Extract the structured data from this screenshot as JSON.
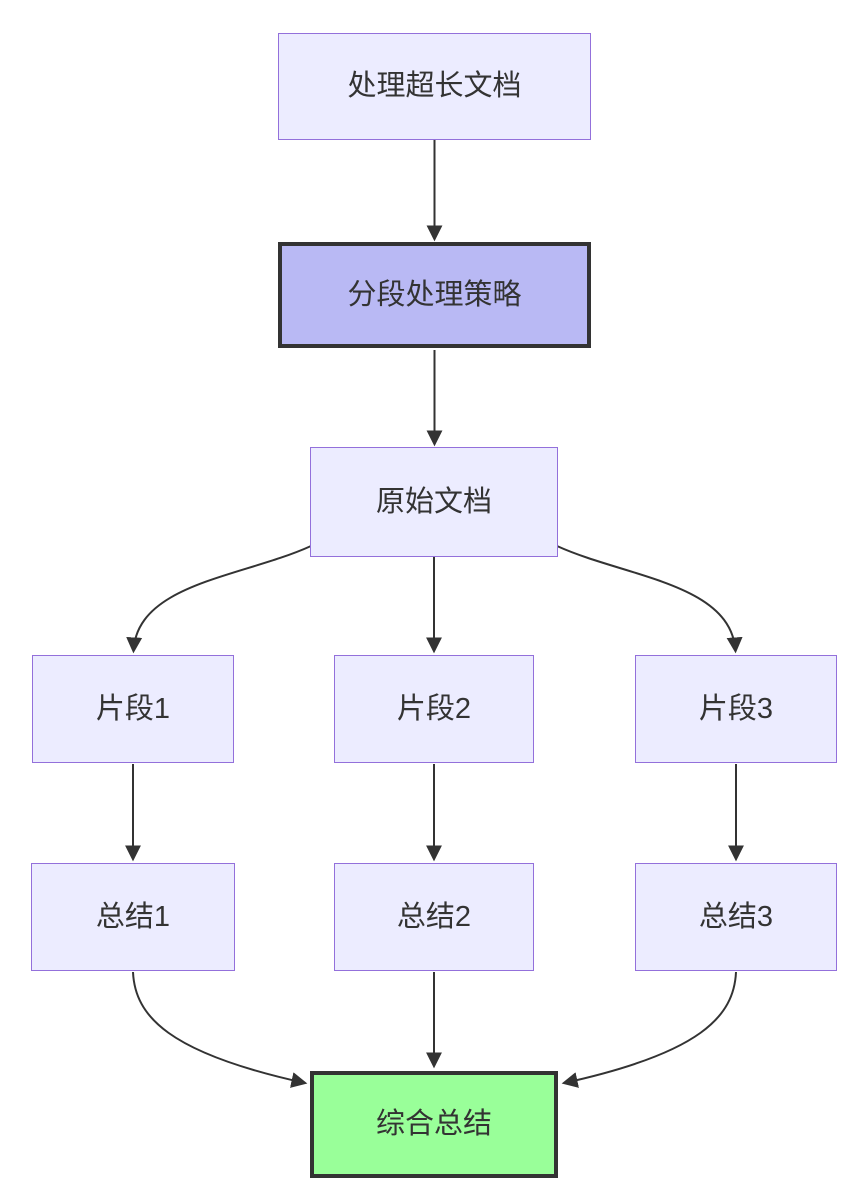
{
  "diagram": {
    "type": "flowchart",
    "direction": "top-down",
    "colors": {
      "node_fill": "#ECECFF",
      "node_border": "#9370DB",
      "highlight_fill": "#b9b9f4",
      "highlight_border": "#333333",
      "result_fill": "#99ff99",
      "result_border": "#333333",
      "edge": "#333333",
      "text": "#333333",
      "background": "#ffffff"
    },
    "nodes": [
      {
        "id": "doc",
        "label": "处理超长文档",
        "kind": "default"
      },
      {
        "id": "strategy",
        "label": "分段处理策略",
        "kind": "highlight"
      },
      {
        "id": "original",
        "label": "原始文档",
        "kind": "default"
      },
      {
        "id": "seg1",
        "label": "片段1",
        "kind": "default"
      },
      {
        "id": "seg2",
        "label": "片段2",
        "kind": "default"
      },
      {
        "id": "seg3",
        "label": "片段3",
        "kind": "default"
      },
      {
        "id": "sum1",
        "label": "总结1",
        "kind": "default"
      },
      {
        "id": "sum2",
        "label": "总结2",
        "kind": "default"
      },
      {
        "id": "sum3",
        "label": "总结3",
        "kind": "default"
      },
      {
        "id": "final",
        "label": "综合总结",
        "kind": "result"
      }
    ],
    "edges": [
      {
        "from": "doc",
        "to": "strategy"
      },
      {
        "from": "strategy",
        "to": "original"
      },
      {
        "from": "original",
        "to": "seg1"
      },
      {
        "from": "original",
        "to": "seg2"
      },
      {
        "from": "original",
        "to": "seg3"
      },
      {
        "from": "seg1",
        "to": "sum1"
      },
      {
        "from": "seg2",
        "to": "sum2"
      },
      {
        "from": "seg3",
        "to": "sum3"
      },
      {
        "from": "sum1",
        "to": "final"
      },
      {
        "from": "sum2",
        "to": "final"
      },
      {
        "from": "sum3",
        "to": "final"
      }
    ]
  }
}
